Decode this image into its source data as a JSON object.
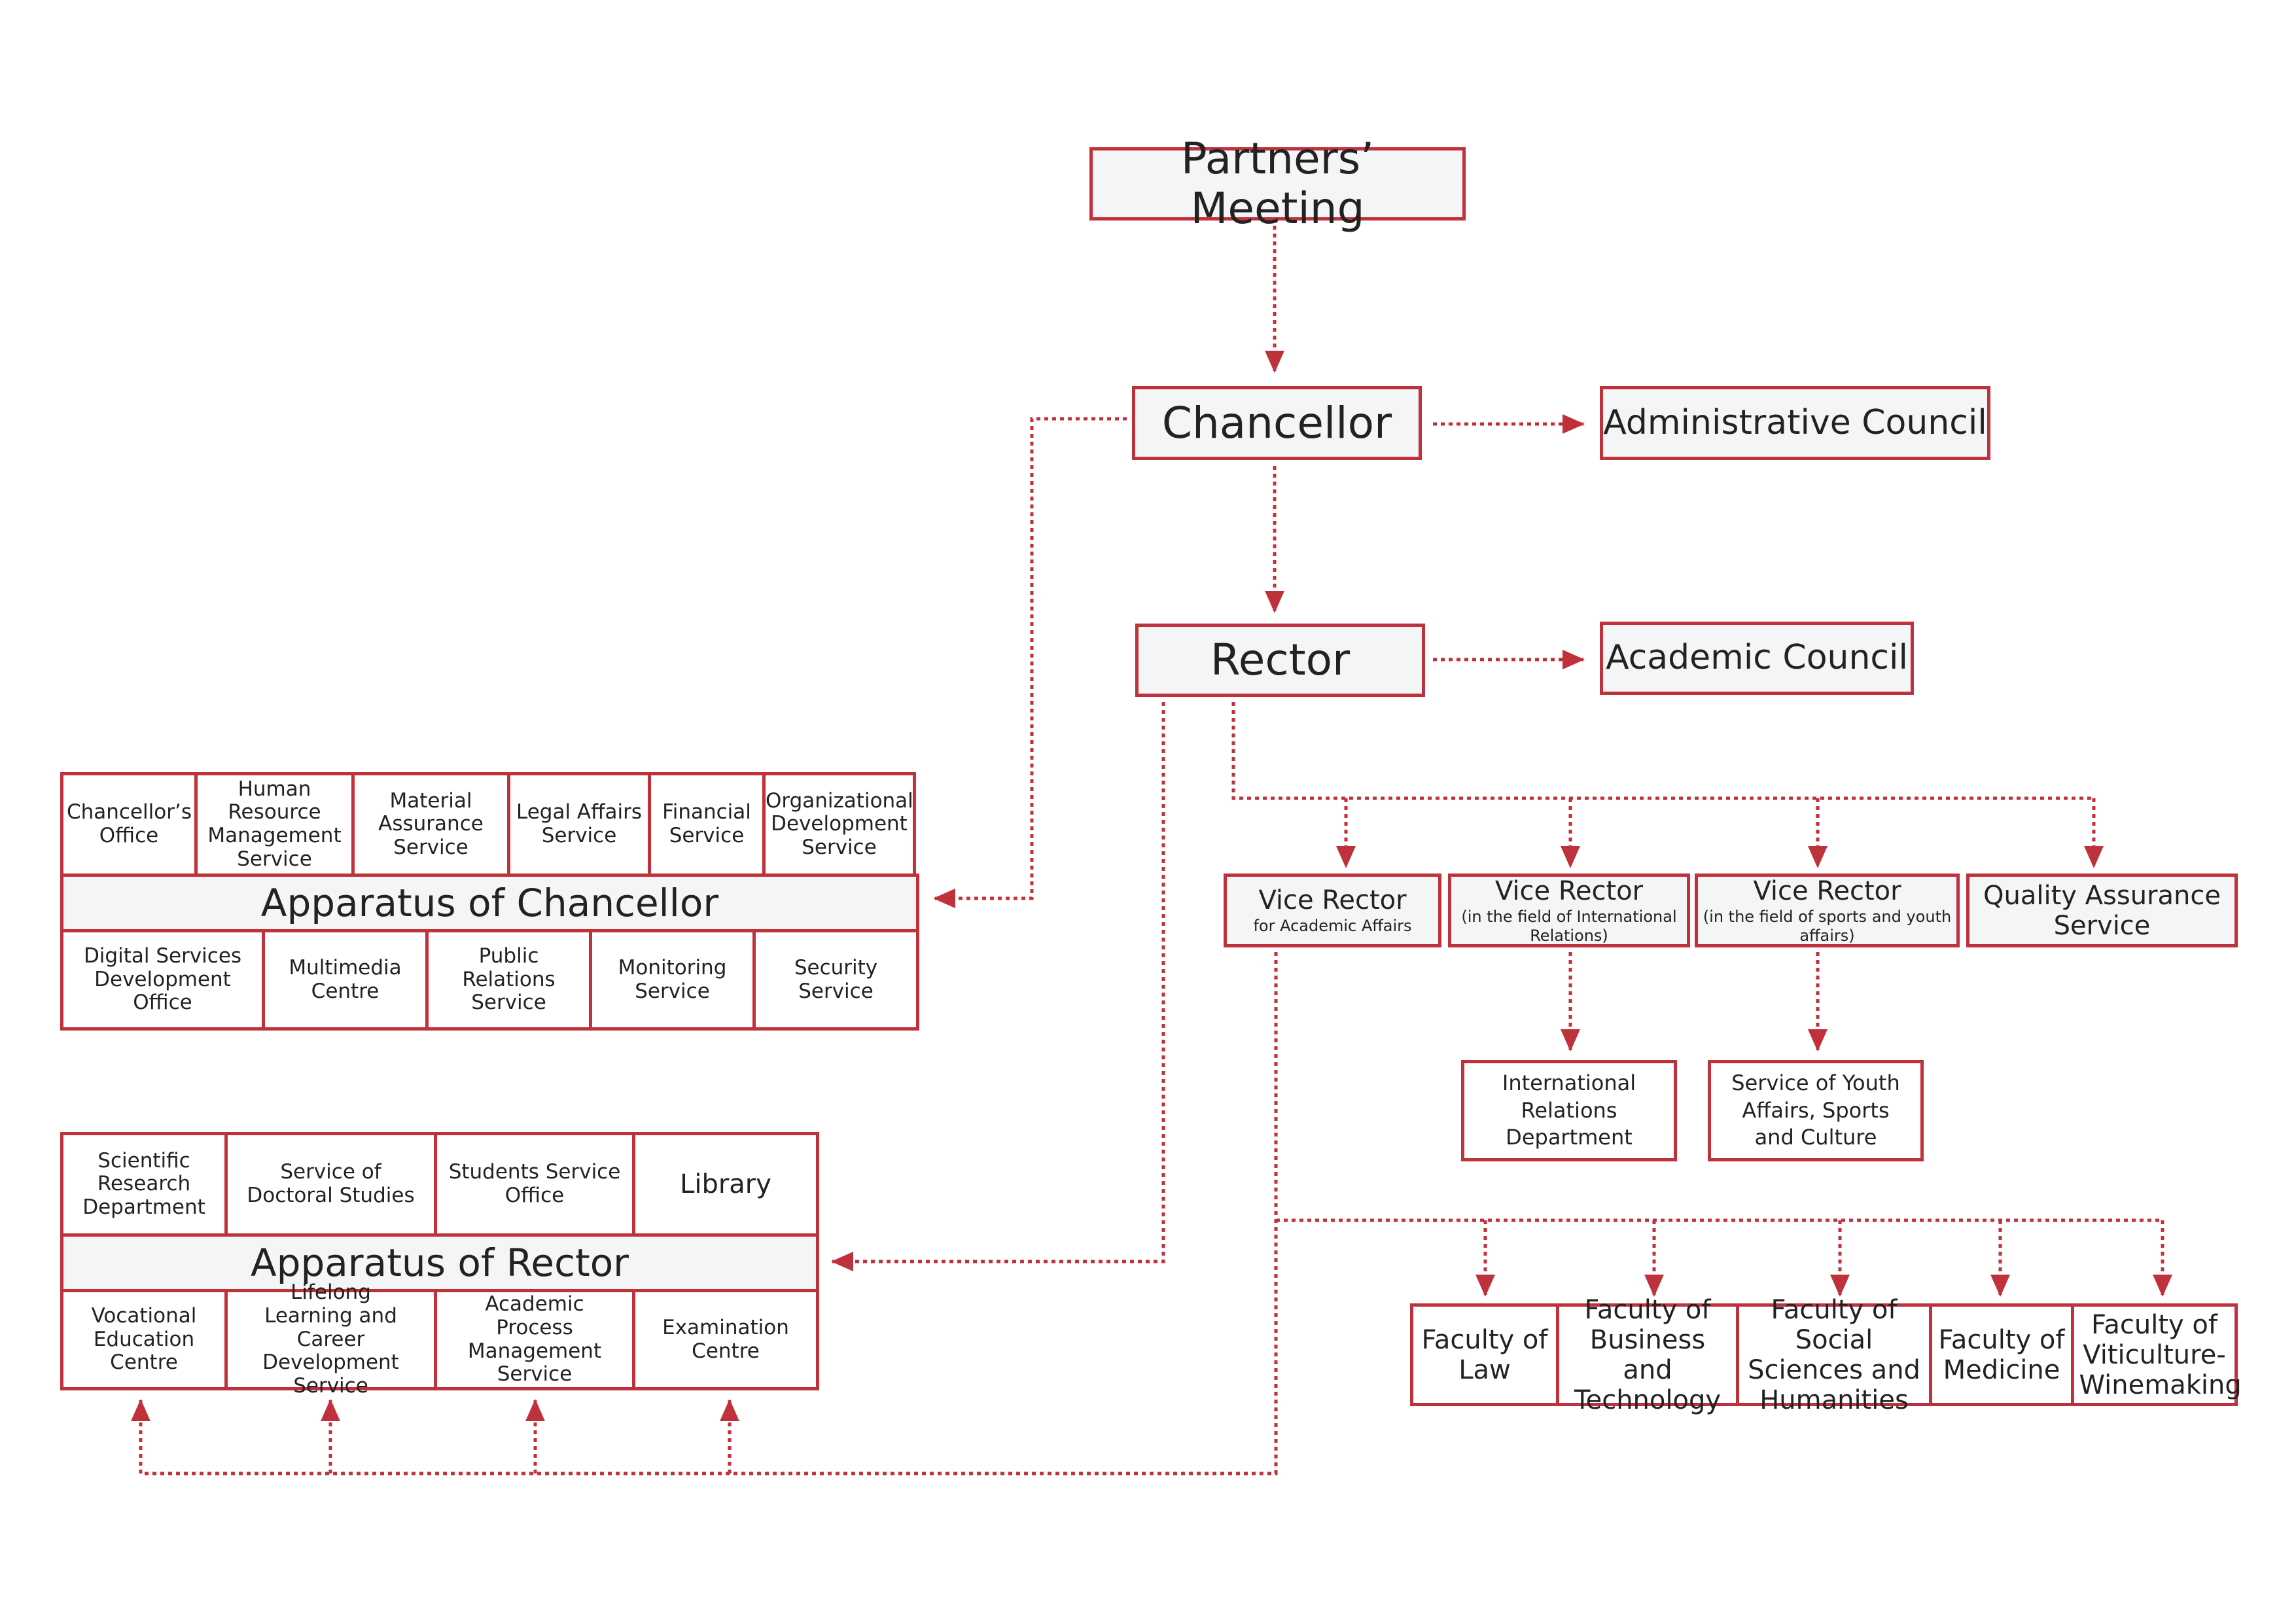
{
  "colors": {
    "border": "#c0323b",
    "box_fill": "#f4f5f7",
    "line": "#c0323b",
    "text": "#222222"
  },
  "top": {
    "partners_meeting": "Partners’ Meeting",
    "chancellor": "Chancellor",
    "administrative_council": "Administrative Council",
    "rector": "Rector",
    "academic_council": "Academic Council"
  },
  "vice_rectors": [
    {
      "title": "Vice Rector",
      "subtitle": "for Academic Affairs"
    },
    {
      "title": "Vice Rector",
      "subtitle": "(in the field of International Relations)"
    },
    {
      "title": "Vice Rector",
      "subtitle": "(in the field of sports and youth affairs)"
    }
  ],
  "quality_assurance": "Quality Assurance Service",
  "sub_units": {
    "international_relations": "International Relations Department",
    "youth_affairs": "Service of Youth Affairs, Sports and Culture"
  },
  "faculties": [
    "Faculty of Law",
    "Faculty of Business and Technology",
    "Faculty of Social Sciences and Humanities",
    "Faculty of Medicine",
    "Faculty of Viticulture-Winemaking"
  ],
  "apparatus_chancellor": {
    "title": "Apparatus of Chancellor",
    "top_row": [
      "Chancellor’s Office",
      "Human Resource Management Service",
      "Material Assurance Service",
      "Legal Affairs Service",
      "Financial Service",
      "Organizational Development Service"
    ],
    "bottom_row": [
      "Digital Services Development Office",
      "Multimedia Centre",
      "Public Relations Service",
      "Monitoring Service",
      "Security Service"
    ]
  },
  "apparatus_rector": {
    "title": "Apparatus of Rector",
    "top_row": [
      "Scientific Research Department",
      "Service of Doctoral Studies",
      "Students Service Office",
      "Library"
    ],
    "bottom_row": [
      "Vocational Education Centre",
      "Lifelong Learning and Career Development Service",
      "Academic Process Management Service",
      "Examination Centre"
    ]
  }
}
